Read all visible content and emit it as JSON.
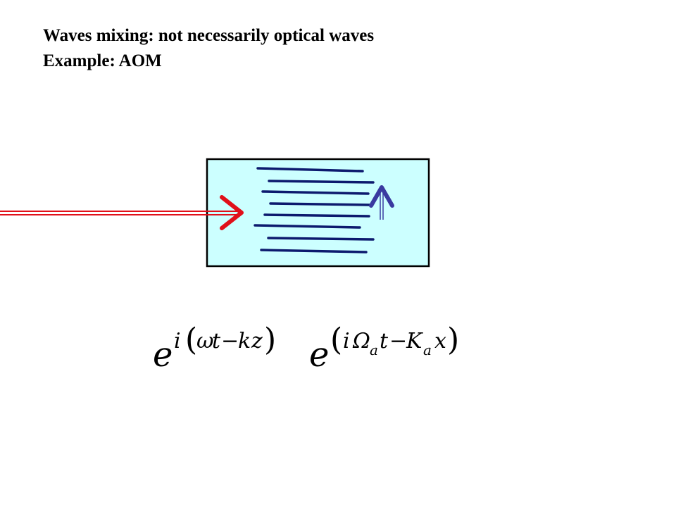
{
  "slide": {
    "title_line1": "Waves mixing: not necessarily optical waves",
    "title_line2": "Example: AOM"
  },
  "colors": {
    "crystal_fill": "#ccffff",
    "crystal_border": "#000000",
    "beam": "#e0101a",
    "acoustic_fronts": "#0c1a6e",
    "acoustic_arrow": "#3a3aa0"
  },
  "icons": {
    "beam_arrow": "chevron-right-icon",
    "acoustic_arrow": "arrow-up-icon"
  },
  "formula": {
    "base1": "e",
    "exp1_i": "i",
    "exp1_open": "(",
    "exp1_omega": "ω",
    "exp1_t": "t",
    "exp1_minus": "−",
    "exp1_k": "k",
    "exp1_z": "z",
    "exp1_close": ")",
    "base2": "e",
    "exp2_open": "(",
    "exp2_i": "i",
    "exp2_Omega": "Ω",
    "exp2_a1": "a",
    "exp2_t": "t",
    "exp2_minus": "−",
    "exp2_K": "K",
    "exp2_a2": "a",
    "exp2_x": "x",
    "exp2_close": ")"
  }
}
